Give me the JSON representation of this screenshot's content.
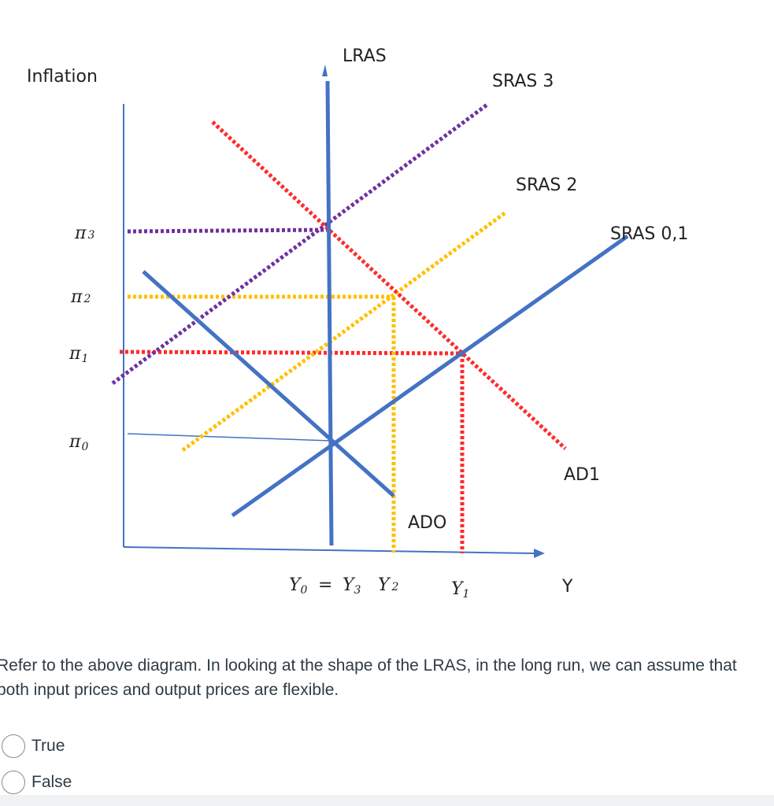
{
  "diagram": {
    "axis_y_label": "Inflation",
    "axis_x_label": "Y",
    "curves": {
      "lras": "LRAS",
      "sras3": "SRAS 3",
      "sras2": "SRAS 2",
      "sras01": "SRAS 0,1",
      "ad0": "ADO",
      "ad1": "AD1"
    },
    "y_ticks": {
      "pi3": {
        "sym": "π",
        "sub": "3"
      },
      "pi2": {
        "sym": "π",
        "sub": "2"
      },
      "pi1": {
        "sym": "π",
        "sub": "1"
      },
      "pi0": {
        "sym": "π",
        "sub": "0"
      }
    },
    "x_ticks": {
      "y0": {
        "sym": "Y",
        "sub": "0"
      },
      "eq": "=",
      "y3": {
        "sym": "Y",
        "sub": "3"
      },
      "y2": {
        "sym": "Y",
        "sub": "2"
      },
      "y1": {
        "sym": "Y",
        "sub": "1"
      }
    },
    "colors": {
      "blue": "#4472c4",
      "red": "#ff2a2a",
      "purple": "#7030a0",
      "yellow": "#ffc000"
    }
  },
  "question": {
    "text": "Refer to the above diagram.  In looking at the shape of the LRAS, in the long run, we can assume that both input prices and output prices are flexible."
  },
  "options": [
    {
      "label": "True"
    },
    {
      "label": "False"
    }
  ]
}
